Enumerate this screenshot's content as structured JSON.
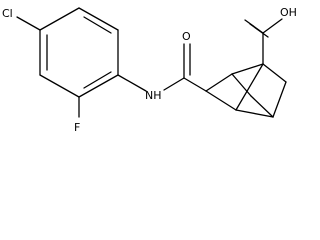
{
  "molecule": {
    "labels": {
      "chlorine": "Cl",
      "fluorine": "F",
      "amide_nh": "NH",
      "carbonyl_oxygen": "O",
      "hydroxyl": "OH"
    },
    "colors": {
      "bond": "#000000",
      "label": "#000000",
      "background": "#ffffff"
    }
  }
}
